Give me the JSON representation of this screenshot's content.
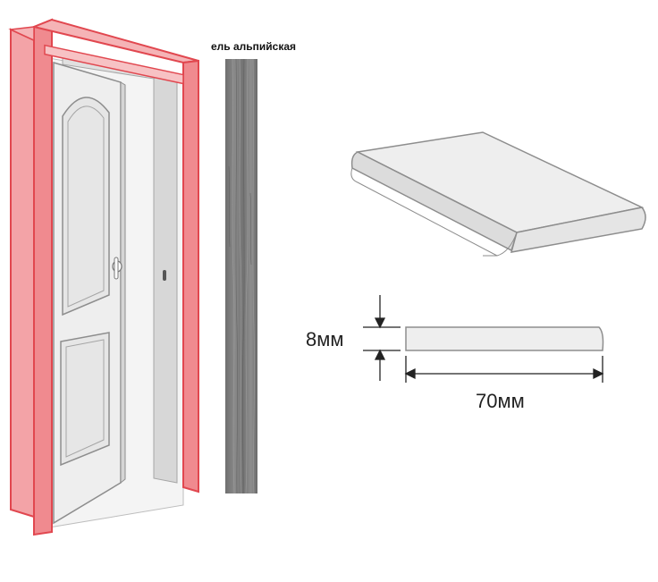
{
  "swatch": {
    "label": "ель альпийская"
  },
  "dimensions": {
    "thickness": "8мм",
    "width": "70мм"
  },
  "colors": {
    "frame_highlight": "#f08a8f",
    "frame_highlight_border": "#e1474f",
    "door": "#eeeeee",
    "door_outline": "#8d8d8d",
    "swatch_wood": "#7c7c7c",
    "dimension_line": "#222222"
  },
  "icons": [
    "door-illustration",
    "wood-texture",
    "trim-profile"
  ]
}
